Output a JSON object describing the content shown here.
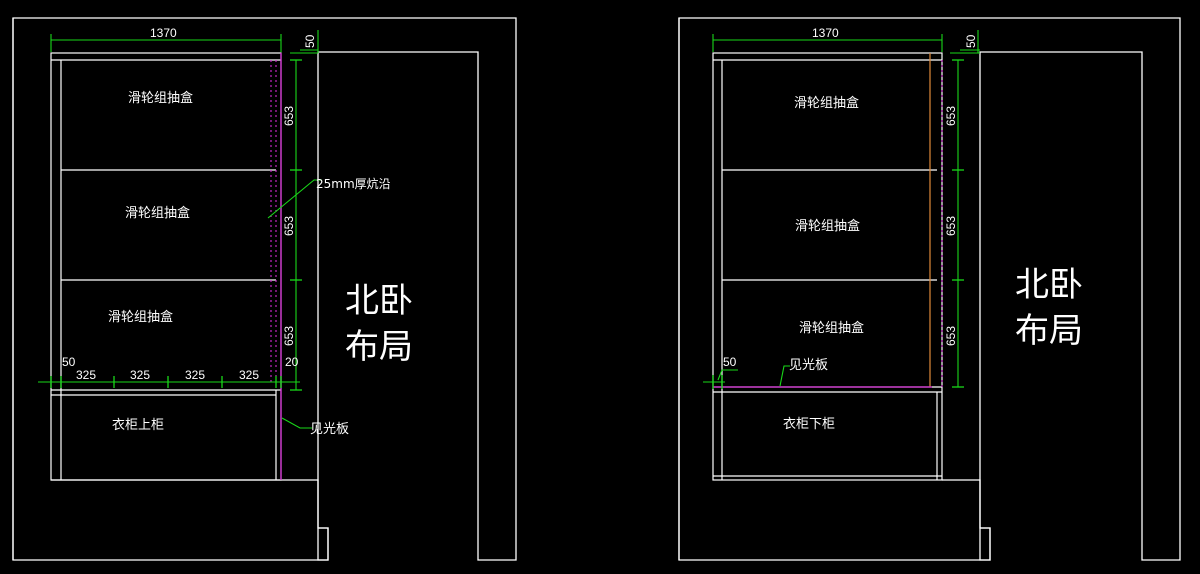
{
  "left": {
    "dim_top": "1370",
    "dim_top_right": "50",
    "drawers": [
      "滑轮组抽盒",
      "滑轮组抽盒",
      "滑轮组抽盒"
    ],
    "dims_vertical": [
      "653",
      "653",
      "653"
    ],
    "note_edge": "25mm厚炕沿",
    "title_line1": "北卧",
    "title_line2": "布局",
    "dim_small_left": "50",
    "dims_bottom": [
      "325",
      "325",
      "325",
      "325"
    ],
    "dim_small_right": "20",
    "cabinet": "衣柜上柜",
    "note_panel": "见光板"
  },
  "right": {
    "dim_top": "1370",
    "dim_top_right": "50",
    "drawers": [
      "滑轮组抽盒",
      "滑轮组抽盒",
      "滑轮组抽盒"
    ],
    "dims_vertical": [
      "653",
      "653",
      "653"
    ],
    "title_line1": "北卧",
    "title_line2": "布局",
    "dim_small_left": "50",
    "note_panel": "见光板",
    "cabinet": "衣柜下柜"
  }
}
